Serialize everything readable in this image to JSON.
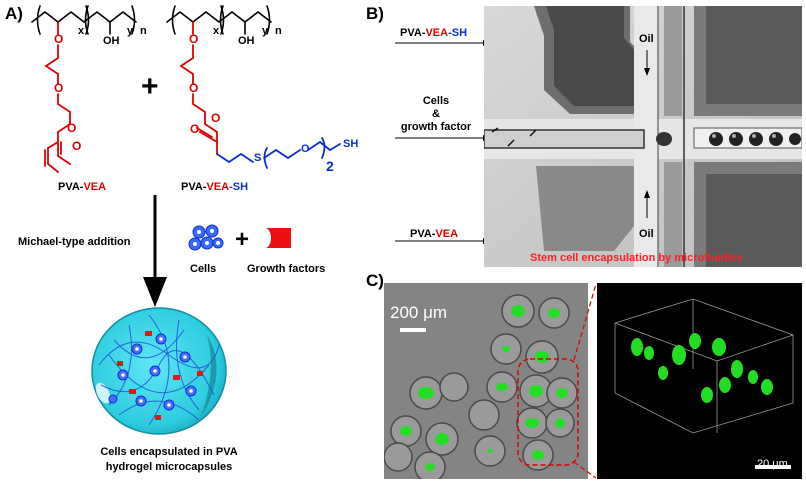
{
  "panels": {
    "a": "A)",
    "b": "B)",
    "c": "C)"
  },
  "chem": {
    "x": "x",
    "y": "y",
    "n": "n",
    "oh": "OH",
    "s": "S",
    "o": "O",
    "two": "2",
    "sh": "SH",
    "plus": "+"
  },
  "labels": {
    "pva_prefix": "PVA-",
    "vea": "VEA",
    "sh_suffix": "-SH",
    "michael": "Michael-type addition",
    "cells": "Cells",
    "growth_factors": "Growth factors",
    "caption_line1": "Cells encapsulated in PVA",
    "caption_line2": "hydrogel microcapsules"
  },
  "microfluidics": {
    "input_top_prefix": "PVA-",
    "input_top_vea": "VEA",
    "input_top_sh": "-SH",
    "cells_line1": "Cells",
    "cells_line2": "&",
    "cells_line3": "growth factor",
    "input_bottom_prefix": "PVA-",
    "input_bottom_vea": "VEA",
    "oil_top": "Oil",
    "oil_bottom": "Oil",
    "caption": "Stem cell encapsulation by microfluidics"
  },
  "micrograph": {
    "scale_bar": "200 μm"
  },
  "render3d": {
    "scale_bar": "20 μm"
  },
  "colors": {
    "red": "#e00000",
    "blue": "#0a2fd0",
    "capsule": "#39d4e8",
    "cell_green": "#22dd22"
  }
}
